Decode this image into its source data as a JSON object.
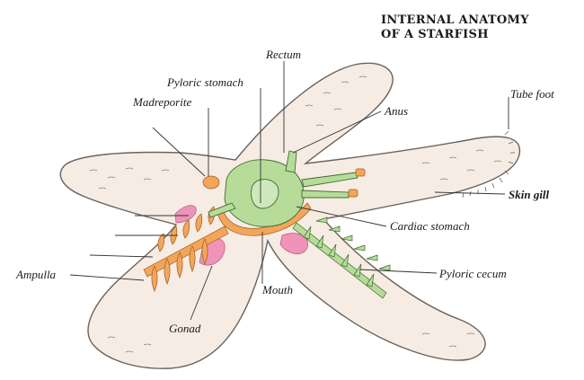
{
  "title": {
    "line1": "INTERNAL ANATOMY",
    "line2": "OF A STARFISH"
  },
  "labels": {
    "rectum": "Rectum",
    "pyloric_stomach": "Pyloric stomach",
    "madreporite": "Madreporite",
    "anus": "Anus",
    "tube_foot": "Tube foot",
    "skin_gill": "Skin gill",
    "cardiac_stomach": "Cardiac stomach",
    "ampulla": "Ampulla",
    "pyloric_cecum": "Pyloric cecum",
    "mouth": "Mouth",
    "gonad": "Gonad"
  },
  "colors": {
    "skin": "#f6ece4",
    "skin_outline": "#6b625c",
    "digestive": "#b7dc9a",
    "digestive_outline": "#3f6b2f",
    "water_vascular": "#f2a65a",
    "gonad": "#ef93b8",
    "leader_line": "#333333"
  }
}
